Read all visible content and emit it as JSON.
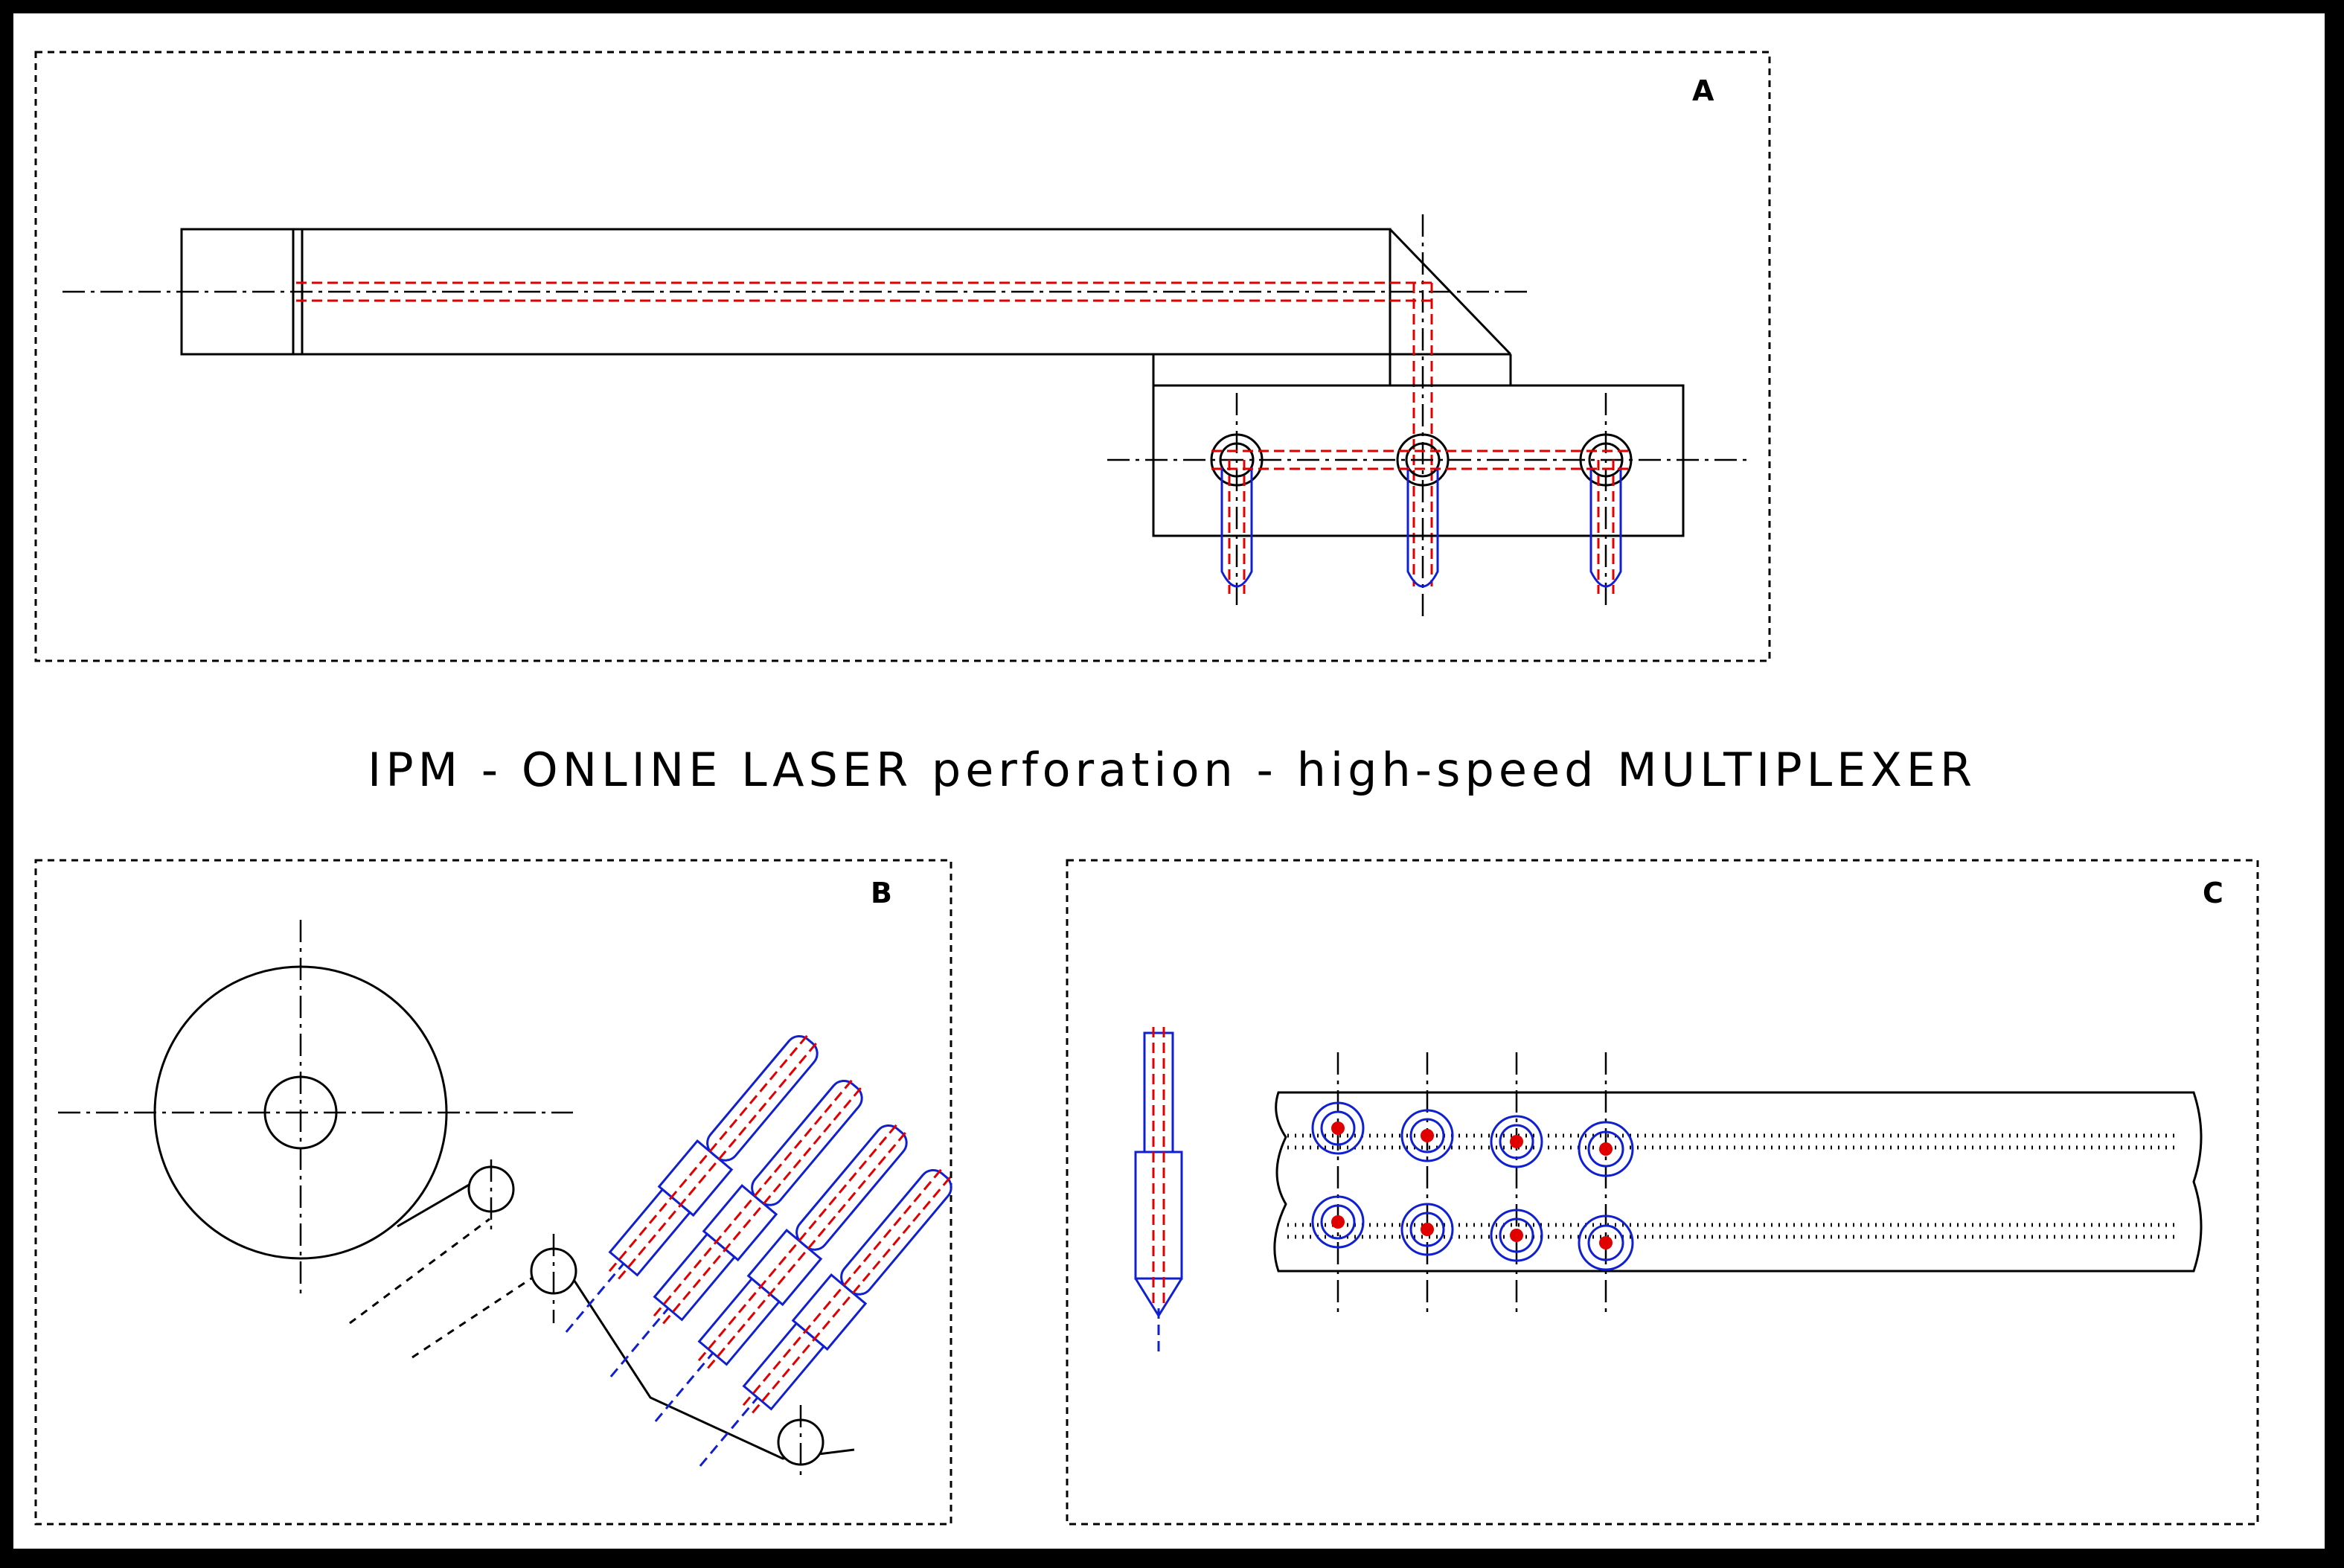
{
  "title": "IPM - ONLINE LASER perforation - high-speed MULTIPLEXER",
  "panels": {
    "a": {
      "label": "A"
    },
    "b": {
      "label": "B"
    },
    "c": {
      "label": "C"
    }
  },
  "colors": {
    "background": "#000000",
    "sheet": "#ffffff",
    "outline": "#000000",
    "laser_path": "#e00000",
    "optics": "#1020d0"
  }
}
